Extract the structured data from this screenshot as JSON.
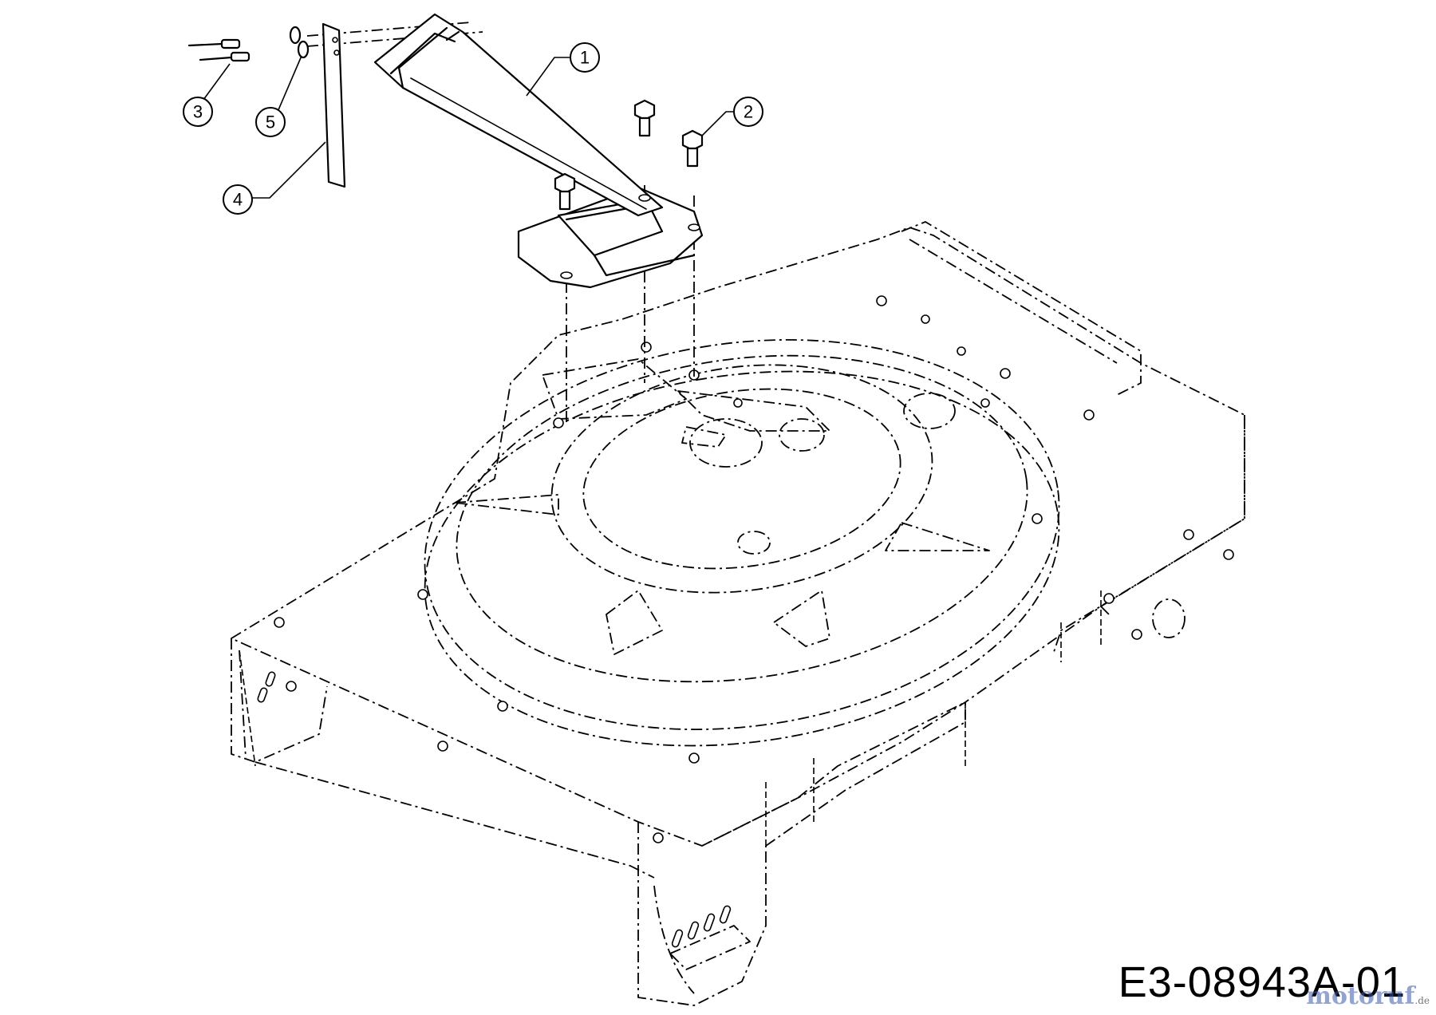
{
  "drawing_code": "E3-08943A-01",
  "watermark": {
    "brand": "motoruf",
    "tld": ".de"
  },
  "callouts": [
    {
      "number": "1"
    },
    {
      "number": "2"
    },
    {
      "number": "3"
    },
    {
      "number": "4"
    },
    {
      "number": "5"
    }
  ]
}
